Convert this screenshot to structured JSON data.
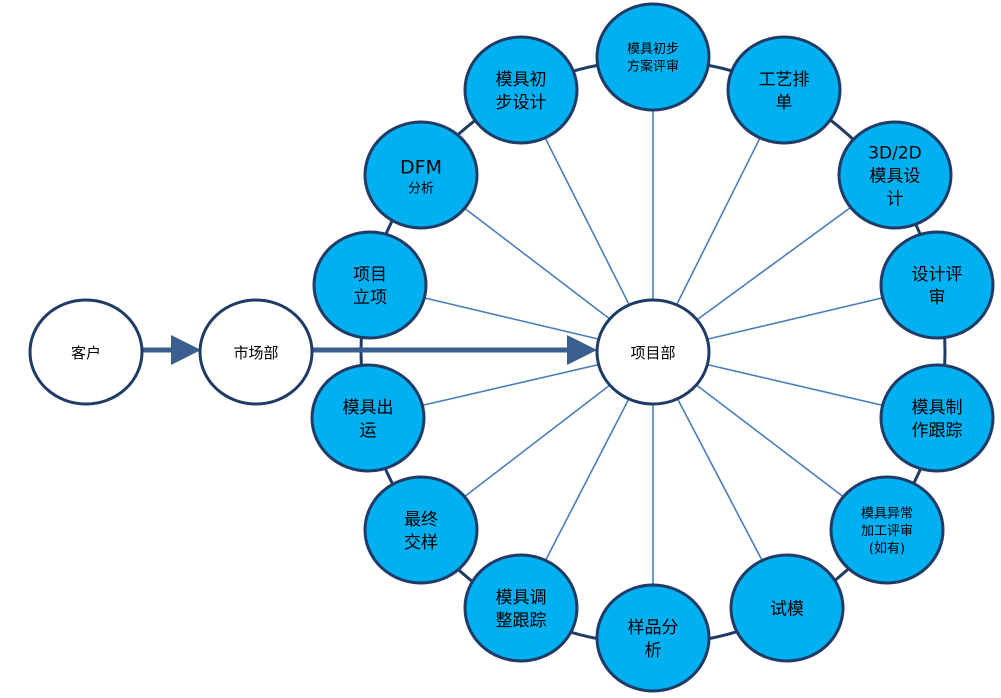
{
  "colors": {
    "node_fill": "#00b0f0",
    "node_stroke": "#1f3b66",
    "spoke": "#4a7ebb",
    "arrow": "#3a5f8f",
    "white_node_fill": "#ffffff"
  },
  "left_nodes": [
    {
      "label": "客户"
    },
    {
      "label": "市场部"
    }
  ],
  "center": {
    "label": "项目部"
  },
  "ring_nodes": [
    {
      "lines": [
        "模具初步",
        "方案评审"
      ]
    },
    {
      "lines": [
        "工艺排",
        "单"
      ]
    },
    {
      "lines": [
        "3D/2D",
        "模具设",
        "计"
      ]
    },
    {
      "lines": [
        "设计评",
        "审"
      ]
    },
    {
      "lines": [
        "模具制",
        "作跟踪"
      ]
    },
    {
      "lines": [
        "模具异常",
        "加工评审",
        "(如有)"
      ]
    },
    {
      "lines": [
        "试模"
      ]
    },
    {
      "lines": [
        "样品分",
        "析"
      ]
    },
    {
      "lines": [
        "模具调",
        "整跟踪"
      ]
    },
    {
      "lines": [
        "最终",
        "交样"
      ]
    },
    {
      "lines": [
        "模具出",
        "运"
      ]
    },
    {
      "lines": [
        "项目",
        "立项"
      ]
    },
    {
      "lines": [
        "DFM",
        "分析"
      ]
    },
    {
      "lines": [
        "模具初",
        "步设计"
      ]
    }
  ]
}
